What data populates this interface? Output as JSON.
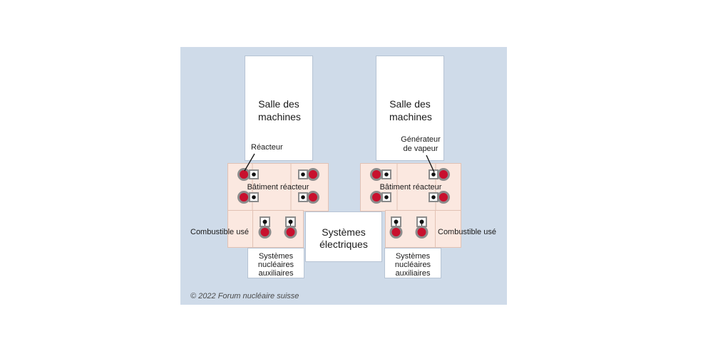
{
  "halls": {
    "left": "Salle des machines",
    "right": "Salle des machines"
  },
  "reactor_building": {
    "left_label": "Bâtiment réacteur",
    "right_label": "Bâtiment réacteur"
  },
  "callouts": {
    "reactor": "Réacteur",
    "steam_generator_line1": "Générateur",
    "steam_generator_line2": "de vapeur"
  },
  "spent_fuel": {
    "left": "Combustible usé",
    "right": "Combustible usé"
  },
  "electrical": {
    "line1": "Systèmes",
    "line2": "électriques"
  },
  "aux": {
    "line1": "Systèmes",
    "line2": "nucléaires",
    "line3": "auxiliaires"
  },
  "copyright": "© 2022 Forum nucléaire suisse",
  "colors": {
    "background_panel": "#cfdbe9",
    "building_fill": "#fbe8e0",
    "reactor_red": "#c8102e",
    "ring_gray": "#8c8c8c"
  }
}
